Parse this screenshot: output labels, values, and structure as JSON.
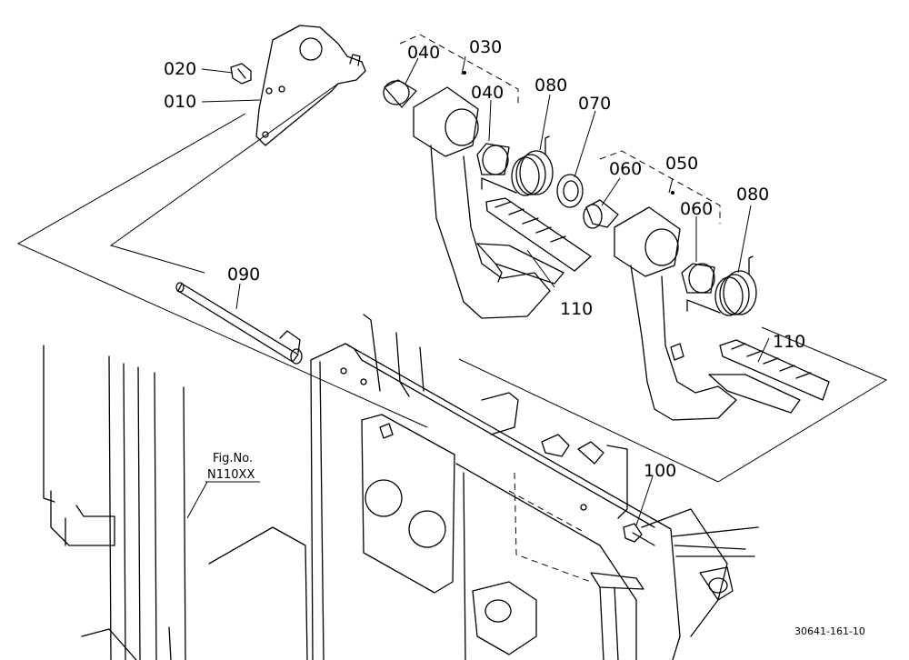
{
  "part_labels": {
    "p010": "010",
    "p020": "020",
    "p030": "030",
    "p040a": "040",
    "p040b": "040",
    "p050": "050",
    "p060a": "060",
    "p060b": "060",
    "p070": "070",
    "p080a": "080",
    "p080b": "080",
    "p090": "090",
    "p100": "100",
    "p110a": "110",
    "p110b": "110"
  },
  "figure_ref": {
    "line1": "Fig.No.",
    "line2": "N110XX"
  },
  "drawing_number": "30641-161-10"
}
